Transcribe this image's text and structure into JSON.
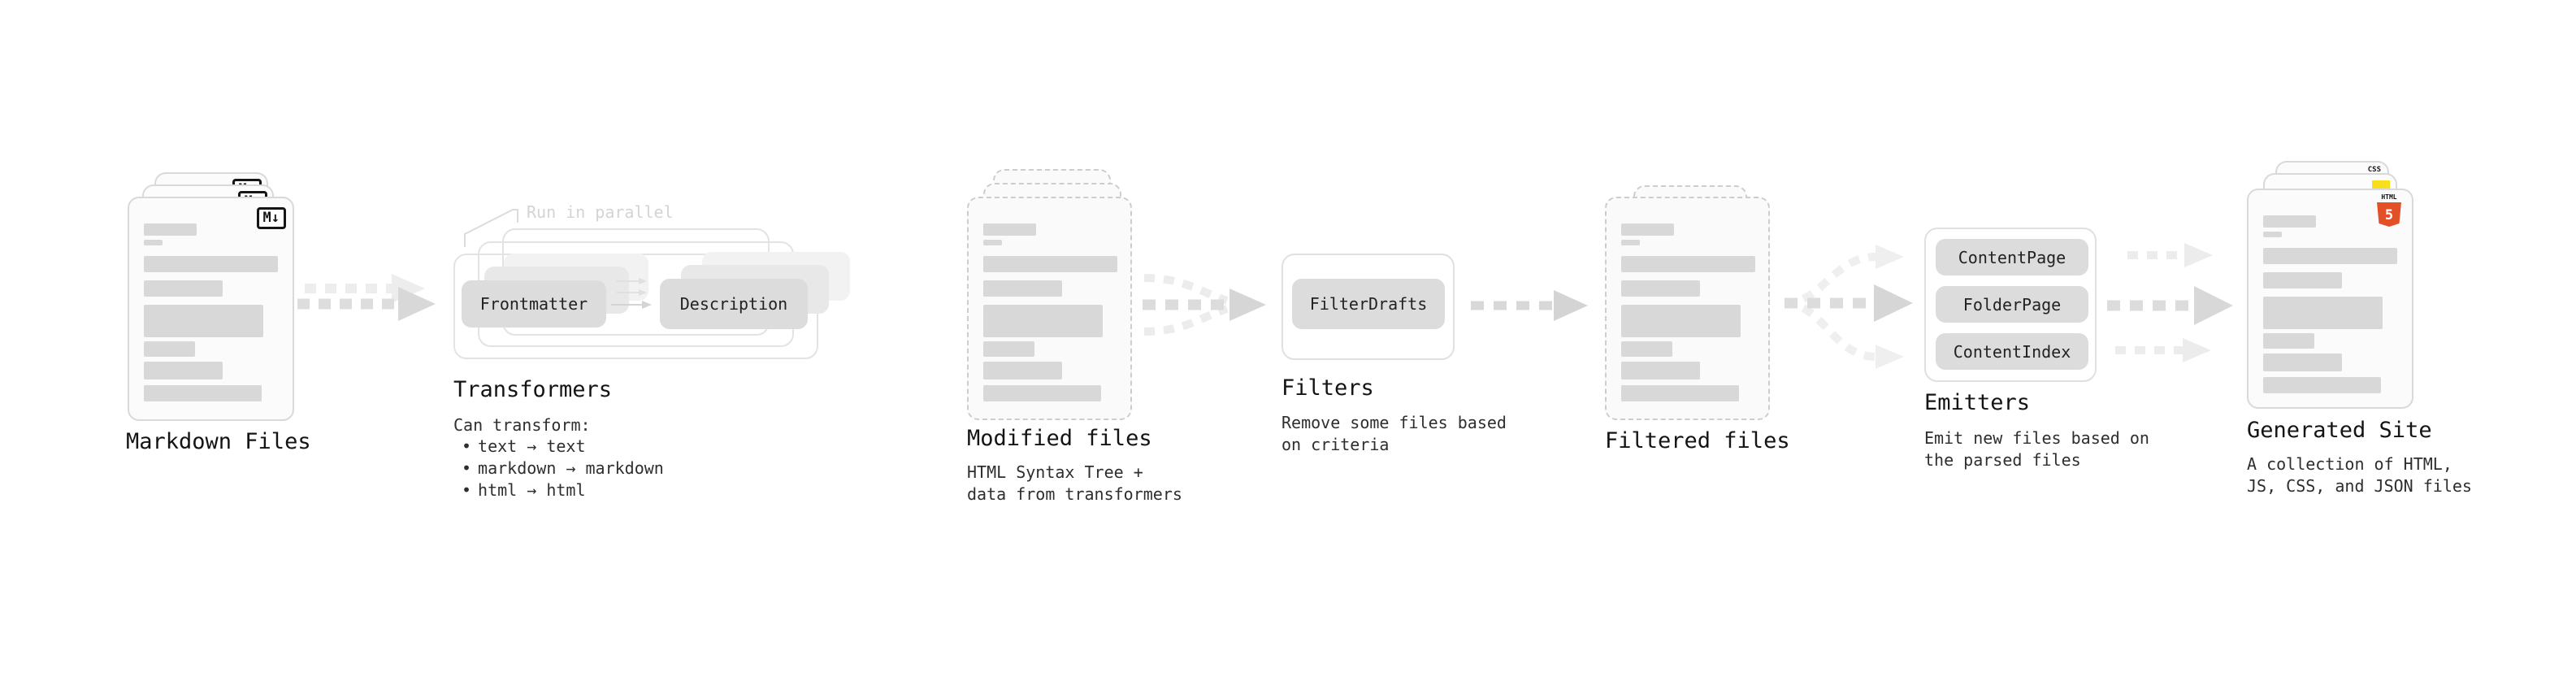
{
  "colors": {
    "background": "#ffffff",
    "card_fill": "#fbfbfb",
    "card_border": "#d9d9d9",
    "dashed_border": "#cdcdcd",
    "bar_fill": "#d8d8d8",
    "chip_fill": "#dcdcdc",
    "panel_border": "#e0e0e0",
    "arrow_dark": "#dcdcdc",
    "arrow_light": "#ededed",
    "title_text": "#141414",
    "body_text": "#2e2e2e",
    "note_text": "#d4d4d4",
    "html5_orange": "#e34f26",
    "js_yellow": "#f7df1e",
    "css_blue": "#1572b6"
  },
  "stages": {
    "markdown": {
      "title": "Markdown Files",
      "badge": "M↓"
    },
    "transformers": {
      "title": "Transformers",
      "note": "Run in parallel",
      "intro": "Can transform:",
      "bullets": [
        "text → text",
        "markdown → markdown",
        "html → html"
      ],
      "buttons": [
        "Frontmatter",
        "Description"
      ]
    },
    "modified": {
      "title": "Modified files",
      "subtitle": [
        "HTML Syntax Tree +",
        "data from transformers"
      ]
    },
    "filters": {
      "title": "Filters",
      "subtitle": [
        "Remove some files based",
        "on criteria"
      ],
      "button": "FilterDrafts"
    },
    "filtered": {
      "title": "Filtered files"
    },
    "emitters": {
      "title": "Emitters",
      "subtitle": [
        "Emit new files based on",
        "the parsed files"
      ],
      "buttons": [
        "ContentPage",
        "FolderPage",
        "ContentIndex"
      ]
    },
    "generated": {
      "title": "Generated Site",
      "subtitle": [
        "A collection of HTML,",
        "JS, CSS, and JSON files"
      ],
      "badges": {
        "css": "CSS",
        "html_label": "HTML",
        "html_number": "5"
      }
    }
  }
}
